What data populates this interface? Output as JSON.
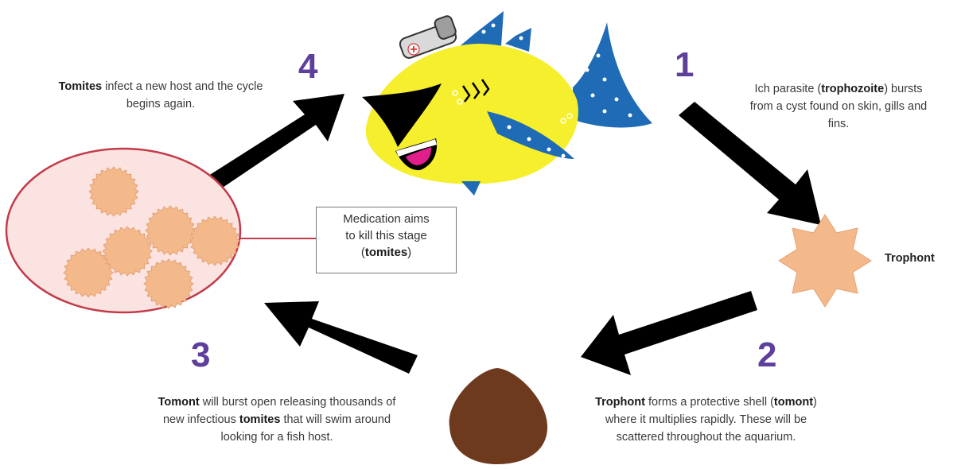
{
  "steps": [
    {
      "number": "1",
      "pre": "Ich parasite (",
      "bold": "trophozoite",
      "post": ") bursts from a cyst found on skin, gills and fins."
    },
    {
      "number": "2",
      "bold": "Trophont",
      "mid1": " forms a protective shell (",
      "bold2": "tomont",
      "post": ") where it multiplies rapidly. These will be scattered throughout the aquarium."
    },
    {
      "number": "3",
      "bold": "Tomont",
      "mid1": " will burst open releasing thousands of new infectious ",
      "bold2": "tomites",
      "post": " that will swim around looking for a fish host."
    },
    {
      "number": "4",
      "bold": "Tomites",
      "post": " infect a new host and the cycle begins again."
    }
  ],
  "trophont_label": "Trophont",
  "callout": {
    "line1": "Medication aims",
    "line2": "to kill this stage",
    "open": "(",
    "bold": "tomites",
    "close": ")"
  },
  "colors": {
    "number": "#5e3f9c",
    "arrow": "#000000",
    "fish_body": "#f5ef2d",
    "fish_fin": "#1f6bb5",
    "trophont": "#f4b98b",
    "tomont": "#6e3a1e",
    "tomite": "#f4b98b",
    "circle_fill": "#fbe3e1",
    "circle_stroke": "#c23b4a"
  }
}
